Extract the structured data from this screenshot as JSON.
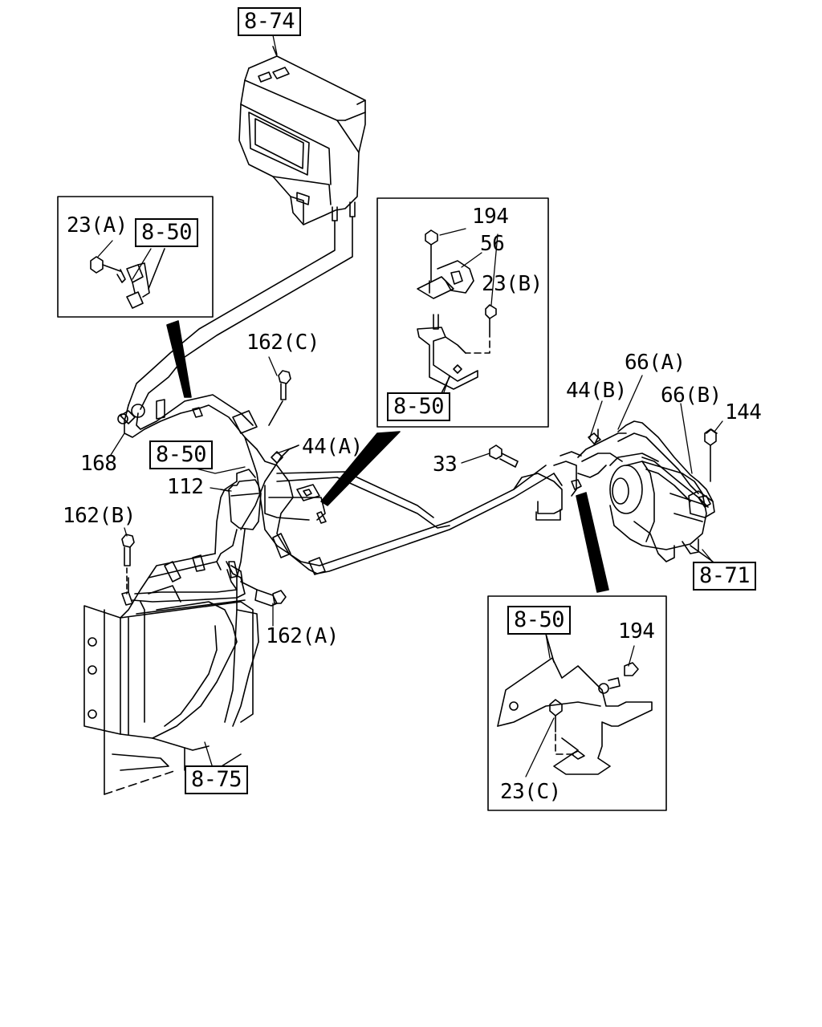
{
  "references": {
    "top_unit": "8-74",
    "left_inset": "8-50",
    "center_inset": "8-50",
    "left_main": "8-50",
    "bottom_right_inset": "8-50",
    "compressor": "8-71",
    "condenser": "8-75"
  },
  "parts": {
    "p23a": "23(A)",
    "p23b": "23(B)",
    "p23c": "23(C)",
    "p194_top": "194",
    "p194_bottom": "194",
    "p56": "56",
    "p162c": "162(C)",
    "p162b": "162(B)",
    "p162a": "162(A)",
    "p168": "168",
    "p112": "112",
    "p44a": "44(A)",
    "p44b": "44(B)",
    "p33": "33",
    "p66a": "66(A)",
    "p66b": "66(B)",
    "p144": "144"
  },
  "colors": {
    "line": "#000000",
    "background": "#ffffff"
  }
}
